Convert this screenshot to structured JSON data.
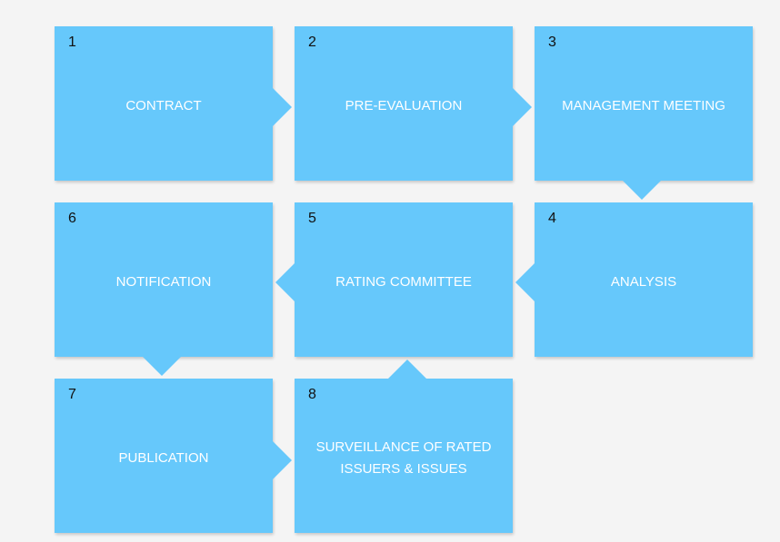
{
  "steps": [
    {
      "number": "1",
      "label": "CONTRACT"
    },
    {
      "number": "2",
      "label": "PRE-EVALUATION"
    },
    {
      "number": "3",
      "label": "MANAGEMENT MEETING"
    },
    {
      "number": "4",
      "label": "ANALYSIS"
    },
    {
      "number": "5",
      "label": "RATING COMMITTEE"
    },
    {
      "number": "6",
      "label": "NOTIFICATION"
    },
    {
      "number": "7",
      "label": "PUBLICATION"
    },
    {
      "number": "8",
      "label": "SURVEILLANCE OF RATED ISSUERS & ISSUES"
    }
  ],
  "colors": {
    "box": "#66c8fb",
    "background": "#f4f4f4",
    "label": "#ffffff",
    "number": "#111111"
  }
}
